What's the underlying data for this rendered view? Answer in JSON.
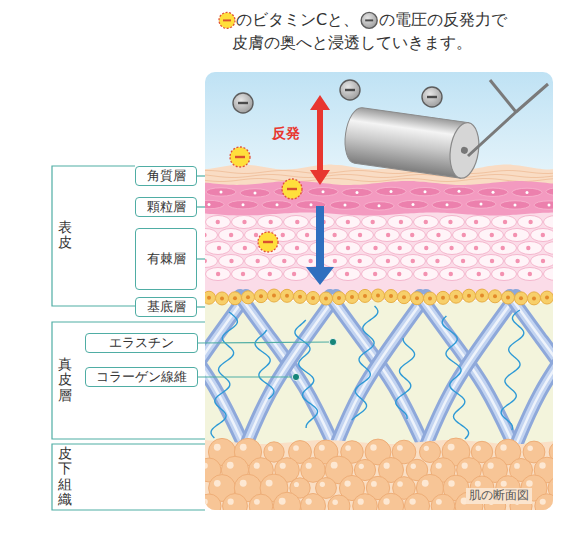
{
  "diagram": {
    "nodes": [
      {
        "text": [
          "角質層"
        ]
      },
      {
        "text": [
          "顆粒層"
        ]
      },
      {
        "text": [
          "有棘層"
        ]
      },
      {
        "text": [
          "基底層"
        ]
      },
      {
        "text": [
          "エラスチン"
        ]
      },
      {
        "text": [
          "コラーゲン線維"
        ]
      }
    ],
    "labels": [
      "のビタミンCと、",
      "の電圧の反発力で",
      "皮膚の奥へと浸透していきます。",
      "表皮",
      "真皮層",
      "皮下組織",
      "反発",
      "肌の断面図"
    ]
  }
}
